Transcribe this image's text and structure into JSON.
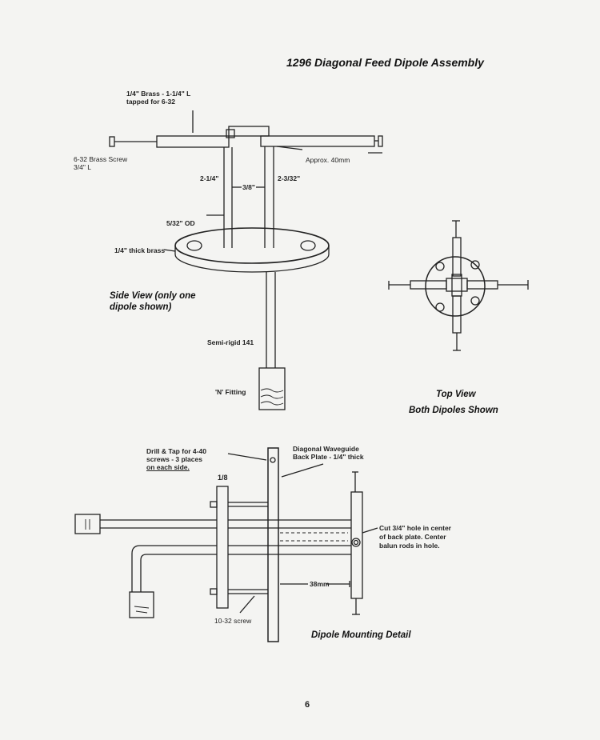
{
  "title": "1296 Diagonal Feed Dipole Assembly",
  "side": {
    "brass_label_1": "1/4\" Brass - 1-1/4\" L",
    "brass_label_2": "tapped for 6-32",
    "screw_label_1": "6-32 Brass Screw",
    "screw_label_2": "3/4\" L",
    "approx_label": "Approx. 40mm",
    "dim_left": "2-1/4\"",
    "dim_right": "2-3/32\"",
    "dim_gap": "3/8\"",
    "od_label": "5/32\" OD",
    "plate_label": "1/4\" thick brass",
    "caption_1": "Side View (only one",
    "caption_2": "dipole shown)",
    "coax_label": "Semi-rigid 141",
    "fitting_label": "'N' Fitting"
  },
  "top": {
    "caption_1": "Top View",
    "caption_2": "Both Dipoles Shown"
  },
  "mount": {
    "drill_1": "Drill & Tap for 4-40",
    "drill_2": "screws - 3 places",
    "drill_3": "on each side.",
    "fraction": "1/8",
    "plate_1": "Diagonal Waveguide",
    "plate_2": "Back Plate - 1/4\" thick",
    "cut_1": "Cut 3/4\" hole in center",
    "cut_2": "of back plate. Center",
    "cut_3": "balun rods in hole.",
    "dim_label": "38mm",
    "screw_label": "10-32 screw",
    "caption": "Dipole Mounting Detail"
  },
  "page_number": "6"
}
